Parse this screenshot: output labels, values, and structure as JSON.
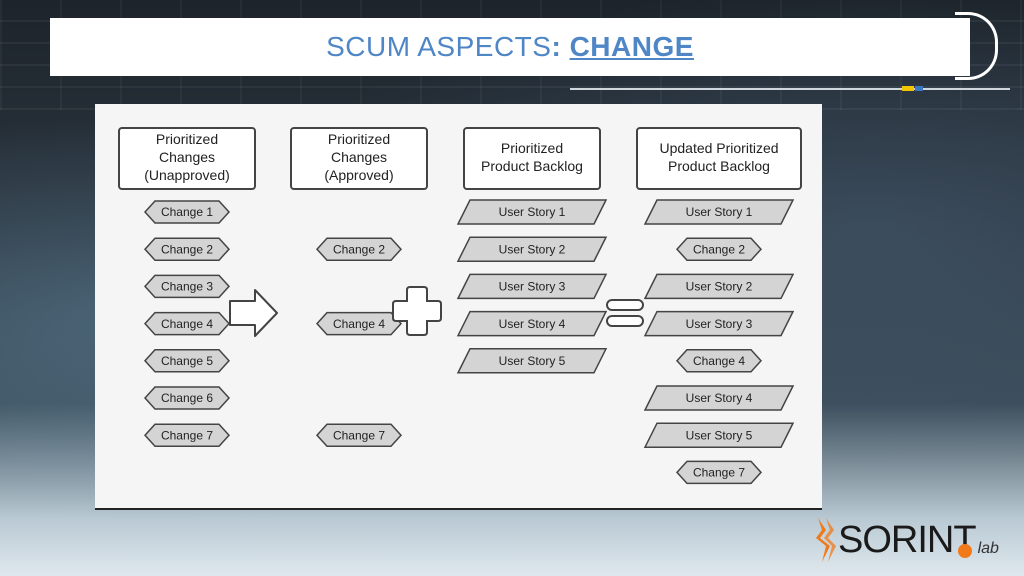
{
  "slide": {
    "title_main": "SCUM ASPECTS",
    "title_sep": ":",
    "title_accent": "CHANGE"
  },
  "diagram": {
    "columns": [
      {
        "header": [
          "Prioritized",
          "Changes",
          "(Unapproved)"
        ],
        "items": [
          {
            "type": "change",
            "label": "Change 1"
          },
          {
            "type": "change",
            "label": "Change 2"
          },
          {
            "type": "change",
            "label": "Change 3"
          },
          {
            "type": "change",
            "label": "Change 4"
          },
          {
            "type": "change",
            "label": "Change 5"
          },
          {
            "type": "change",
            "label": "Change 6"
          },
          {
            "type": "change",
            "label": "Change 7"
          }
        ]
      },
      {
        "header": [
          "Prioritized",
          "Changes",
          "(Approved)"
        ],
        "items": [
          {
            "type": "change",
            "label": "Change 2",
            "slot": 1
          },
          {
            "type": "change",
            "label": "Change 4",
            "slot": 3
          },
          {
            "type": "change",
            "label": "Change 7",
            "slot": 6
          }
        ]
      },
      {
        "header": [
          "Prioritized",
          "Product Backlog"
        ],
        "items": [
          {
            "type": "story",
            "label": "User Story 1"
          },
          {
            "type": "story",
            "label": "User Story 2"
          },
          {
            "type": "story",
            "label": "User Story 3"
          },
          {
            "type": "story",
            "label": "User Story 4"
          },
          {
            "type": "story",
            "label": "User Story 5"
          }
        ]
      },
      {
        "header": [
          "Updated Prioritized",
          "Product Backlog"
        ],
        "items": [
          {
            "type": "story",
            "label": "User Story 1"
          },
          {
            "type": "change",
            "label": "Change 2"
          },
          {
            "type": "story",
            "label": "User Story 2"
          },
          {
            "type": "story",
            "label": "User Story 3"
          },
          {
            "type": "change",
            "label": "Change 4"
          },
          {
            "type": "story",
            "label": "User Story 4"
          },
          {
            "type": "story",
            "label": "User Story 5"
          },
          {
            "type": "change",
            "label": "Change 7"
          }
        ]
      }
    ],
    "operators": [
      "arrow",
      "plus",
      "equals"
    ]
  },
  "logo": {
    "text": "SORINT",
    "sub": "lab"
  },
  "colors": {
    "title": "#4f86c6",
    "shape_fill": "#d4d4d4",
    "stroke": "#444444",
    "logo_orange": "#f07a1a"
  }
}
